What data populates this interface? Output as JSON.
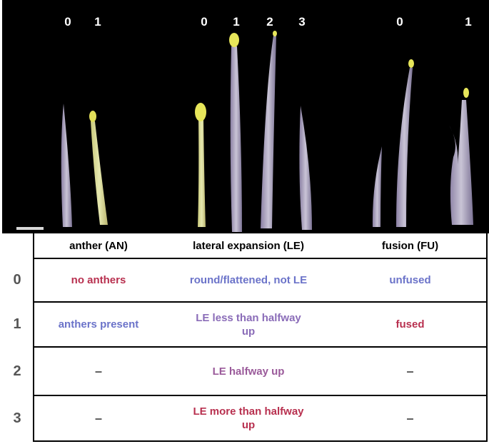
{
  "photo_labels": {
    "anther": [
      "0",
      "1"
    ],
    "lateral": [
      "0",
      "1",
      "2",
      "3"
    ],
    "fusion": [
      "0",
      "1"
    ]
  },
  "table": {
    "columns": [
      "anther (AN)",
      "lateral expansion (LE)",
      "fusion (FU)"
    ],
    "rows": [
      {
        "index": "0",
        "cells": [
          "no anthers",
          "round/flattened, not LE",
          "unfused"
        ]
      },
      {
        "index": "1",
        "cells": [
          "anthers present",
          "LE less than halfway up",
          "fused"
        ]
      },
      {
        "index": "2",
        "cells": [
          "–",
          "LE halfway up",
          "–"
        ]
      },
      {
        "index": "3",
        "cells": [
          "–",
          "LE more than halfway up",
          "–"
        ]
      }
    ]
  },
  "colors": {
    "red": "#b8304f",
    "blue": "#6b73c9",
    "mauve": "#9a5a9a",
    "background_photo": "#000000"
  }
}
